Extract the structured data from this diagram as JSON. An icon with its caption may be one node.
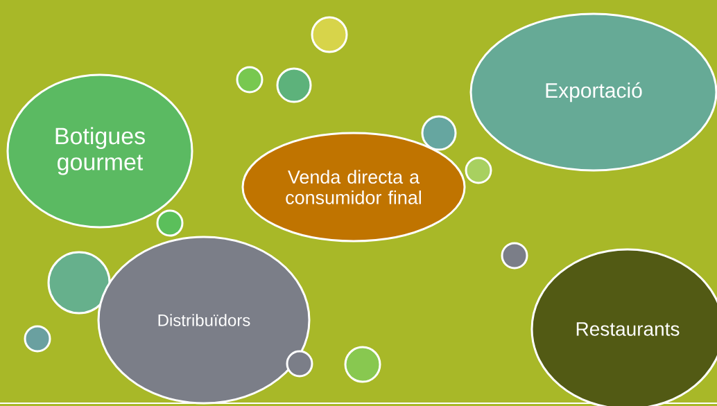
{
  "diagram": {
    "nodes": [
      {
        "text": [],
        "shape": "circle"
      },
      {
        "text": [],
        "shape": "circle"
      },
      {
        "text": [],
        "shape": "circle"
      },
      {
        "text": [
          "Exportació"
        ]
      },
      {
        "text": [],
        "shape": "circle"
      },
      {
        "text": [
          "Botigues gourmet"
        ]
      },
      {
        "text": [],
        "shape": "circle"
      },
      {
        "text": [
          "Venda directa a consumidor final"
        ]
      },
      {
        "text": [],
        "shape": "circle"
      },
      {
        "text": [],
        "shape": "circle"
      },
      {
        "text": [],
        "shape": "circle"
      },
      {
        "text": [
          "Distribuïdors"
        ]
      },
      {
        "text": [
          "Restaurants"
        ]
      },
      {
        "text": [],
        "shape": "circle"
      },
      {
        "text": [],
        "shape": "circle"
      },
      {
        "text": [],
        "shape": "circle"
      }
    ]
  }
}
